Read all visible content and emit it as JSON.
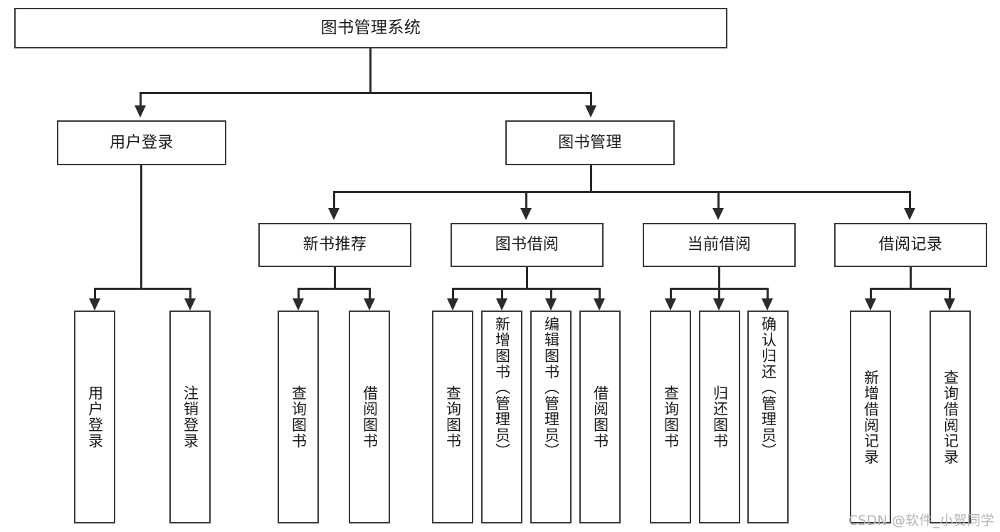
{
  "diagram": {
    "title": "图书管理系统",
    "watermark": "CSDN @软件_小贺同学",
    "type": "tree-hierarchy-diagram",
    "colors": {
      "box_border": "#3a3a3a",
      "connector": "#2b2b2b",
      "background": "#ffffff",
      "watermark": "#b4b4b4"
    },
    "root": {
      "label": "图书管理系统"
    },
    "level2": [
      {
        "label": "用户登录"
      },
      {
        "label": "图书管理"
      }
    ],
    "level3": [
      {
        "label": "新书推荐"
      },
      {
        "label": "图书借阅"
      },
      {
        "label": "当前借阅"
      },
      {
        "label": "借阅记录"
      }
    ],
    "leaves": {
      "user_login": [
        {
          "label": "用户登录"
        },
        {
          "label": "注销登录"
        }
      ],
      "new_book": [
        {
          "label": "查询图书"
        },
        {
          "label": "借阅图书"
        }
      ],
      "book_borrow": [
        {
          "label": "查询图书"
        },
        {
          "label": "新增图书（管理员）"
        },
        {
          "label": "编辑图书（管理员）"
        },
        {
          "label": "借阅图书"
        }
      ],
      "current_borrow": [
        {
          "label": "查询图书"
        },
        {
          "label": "归还图书"
        },
        {
          "label": "确认归还（管理员）"
        }
      ],
      "borrow_record": [
        {
          "label": "新增借阅记录"
        },
        {
          "label": "查询借阅记录"
        }
      ]
    }
  }
}
